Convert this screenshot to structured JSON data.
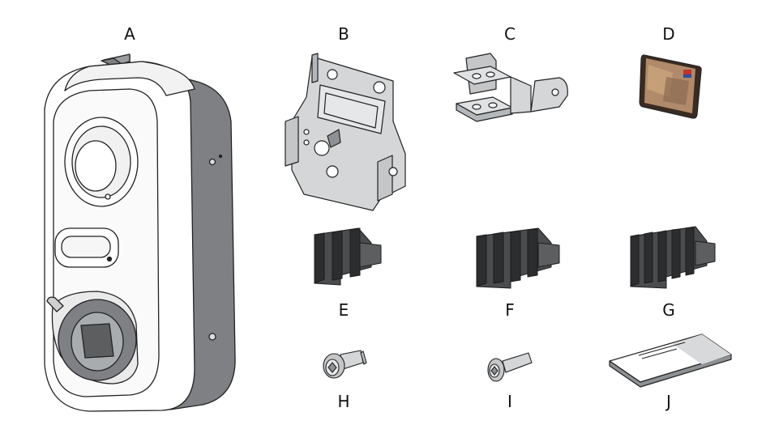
{
  "items": [
    {
      "id": "A"
    },
    {
      "id": "B"
    },
    {
      "id": "C"
    },
    {
      "id": "D"
    },
    {
      "id": "E"
    },
    {
      "id": "F"
    },
    {
      "id": "G"
    },
    {
      "id": "H"
    },
    {
      "id": "I"
    },
    {
      "id": "J"
    }
  ],
  "colors": {
    "line": "#222222",
    "metal": "#d4d6d8",
    "metal_dark": "#a9acaf",
    "housing_side": "#7e8083",
    "connector": "#4a4c4e",
    "connector_dark": "#2c2d2e",
    "card_brand": "#c0332b"
  }
}
